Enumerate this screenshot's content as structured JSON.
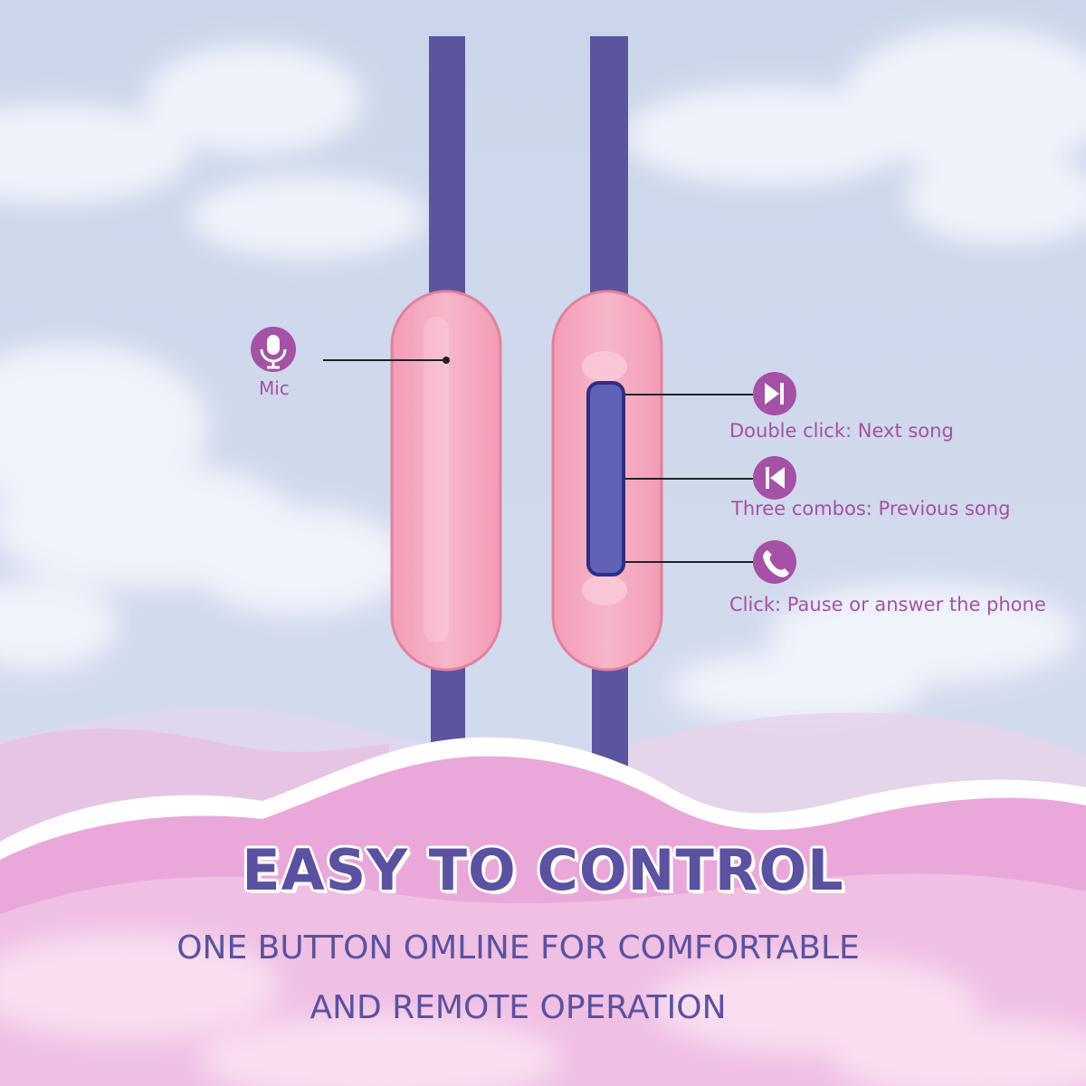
{
  "labels": {
    "mic": "Mic",
    "next": "Double click: Next song",
    "previous": "Three combos: Previous song",
    "pause": "Click: Pause or answer the phone"
  },
  "headline": "EASY TO CONTROL",
  "subline_1": "ONE BUTTON OMLINE FOR COMFORTABLE",
  "subline_2": "AND REMOTE OPERATION",
  "icons": {
    "mic": "microphone-icon",
    "next": "skip-next-icon",
    "previous": "skip-previous-icon",
    "pause": "phone-icon"
  },
  "colors": {
    "accent_purple": "#a551a5",
    "cable": "#5b55a0",
    "remote_pink": "#f4a6be",
    "headline": "#5a52a0"
  }
}
